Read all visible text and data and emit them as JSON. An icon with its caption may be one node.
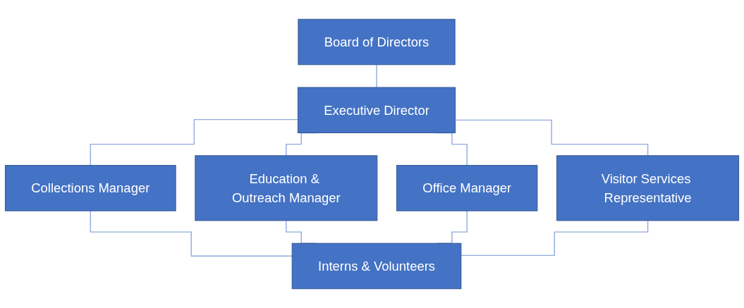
{
  "diagram": {
    "nodes": [
      {
        "text": [
          "Board of Directors"
        ]
      },
      {
        "text": [
          "Executive Director"
        ]
      },
      {
        "text": [
          "Collections Manager"
        ]
      },
      {
        "text": [
          "Education & Outreach Manager"
        ]
      },
      {
        "text": [
          "Office Manager"
        ]
      },
      {
        "text": [
          "Visitor Services Representative"
        ]
      },
      {
        "text": [
          "Interns & Volunteers"
        ]
      }
    ],
    "edges": [
      {
        "from": 0,
        "to": 1,
        "arrow": "none"
      },
      {
        "from": 1,
        "to": 2,
        "arrow": "none"
      },
      {
        "from": 1,
        "to": 3,
        "arrow": "none"
      },
      {
        "from": 1,
        "to": 4,
        "arrow": "none"
      },
      {
        "from": 1,
        "to": 5,
        "arrow": "none"
      },
      {
        "from": 2,
        "to": 6,
        "arrow": "none"
      },
      {
        "from": 3,
        "to": 6,
        "arrow": "none"
      },
      {
        "from": 4,
        "to": 6,
        "arrow": "none"
      },
      {
        "from": 5,
        "to": 6,
        "arrow": "none"
      }
    ]
  }
}
